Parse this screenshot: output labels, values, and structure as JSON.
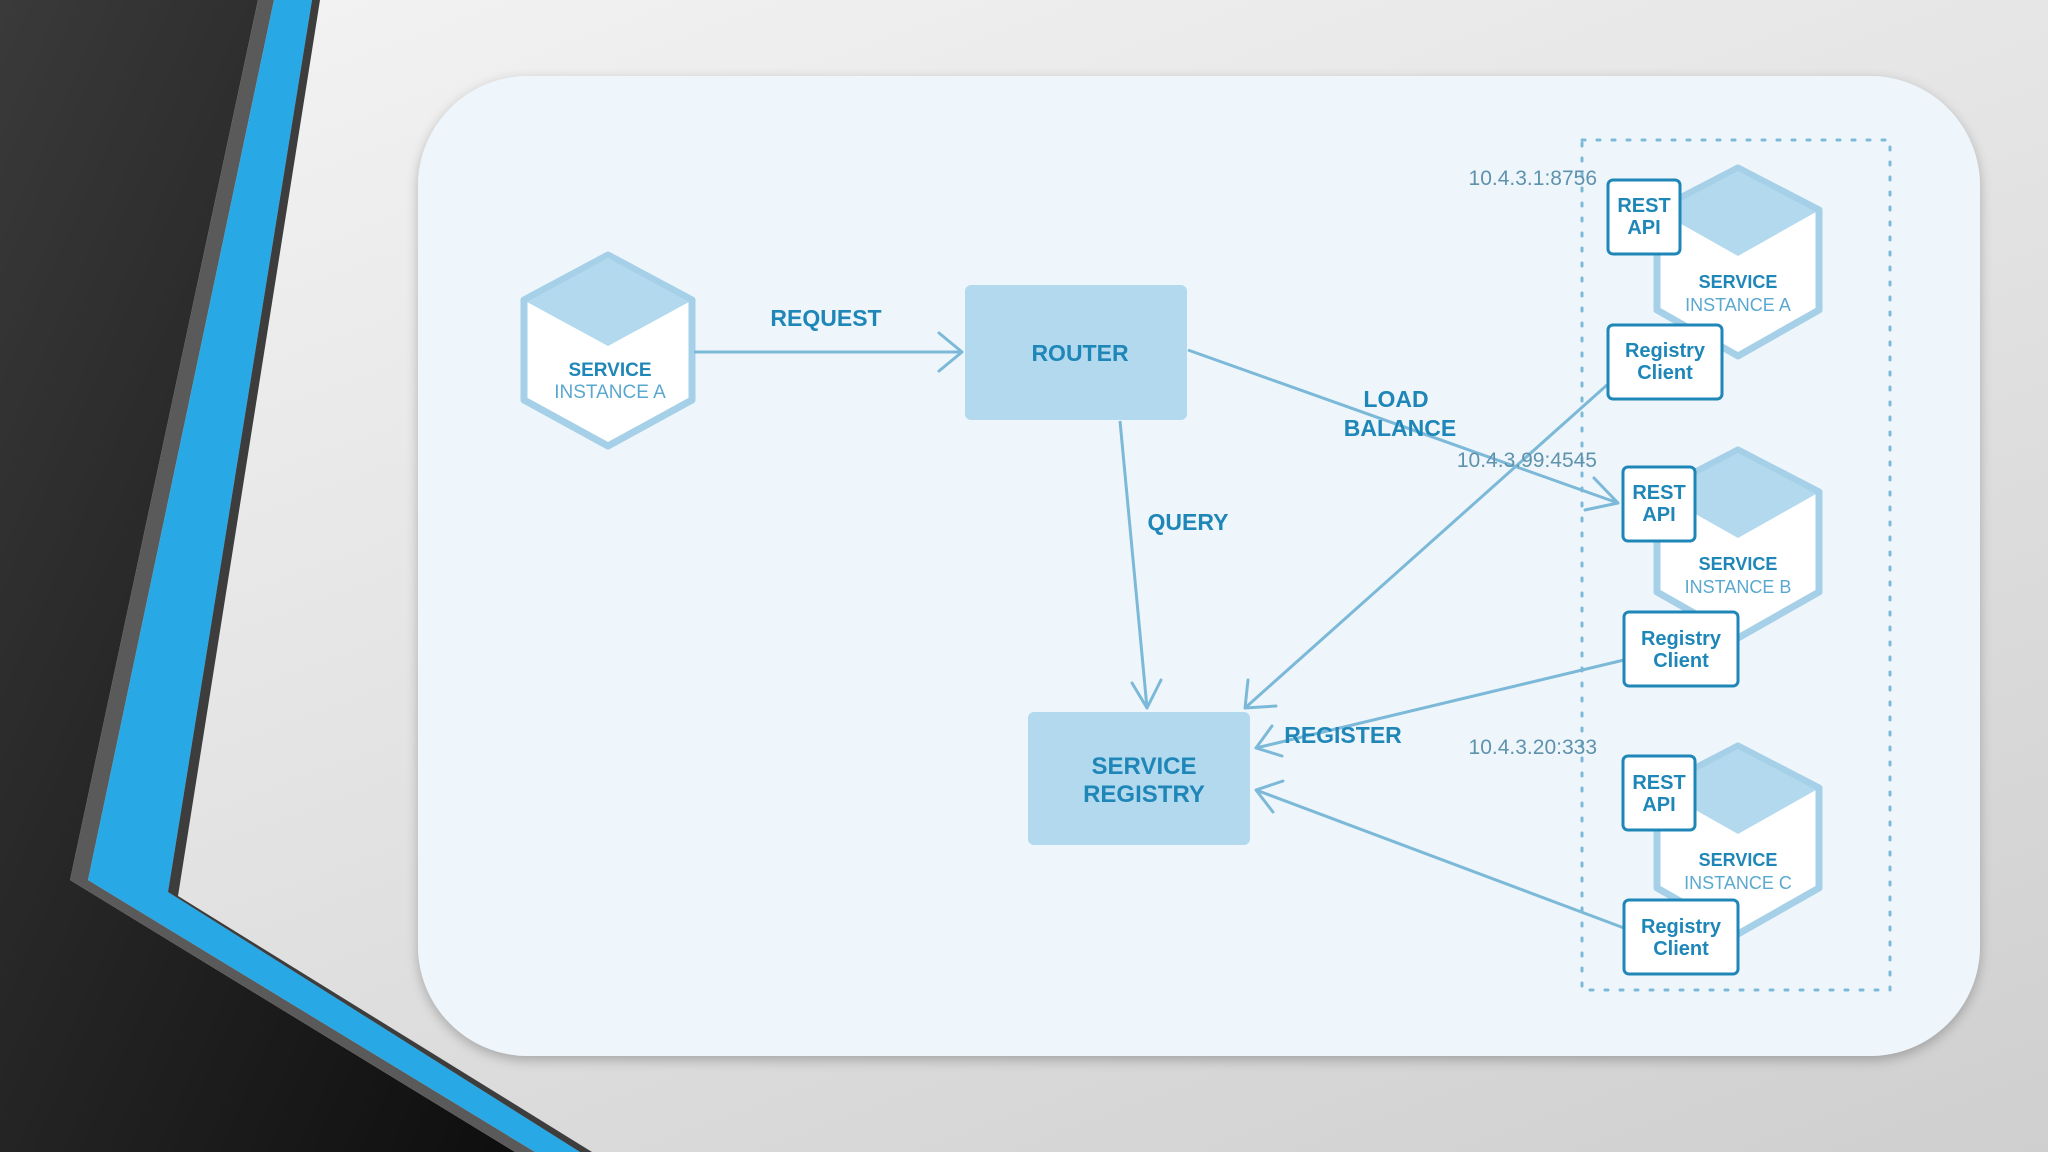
{
  "nodes": {
    "client": {
      "line1": "SERVICE",
      "line2": "INSTANCE A"
    },
    "router": {
      "label": "ROUTER"
    },
    "registry": {
      "line1": "SERVICE",
      "line2": "REGISTRY"
    },
    "instances": [
      {
        "ip": "10.4.3.1:8756",
        "line1": "SERVICE",
        "line2": "INSTANCE A",
        "rest1": "REST",
        "rest2": "API",
        "reg1": "Registry",
        "reg2": "Client"
      },
      {
        "ip": "10.4.3.99:4545",
        "line1": "SERVICE",
        "line2": "INSTANCE B",
        "rest1": "REST",
        "rest2": "API",
        "reg1": "Registry",
        "reg2": "Client"
      },
      {
        "ip": "10.4.3.20:333",
        "line1": "SERVICE",
        "line2": "INSTANCE C",
        "rest1": "REST",
        "rest2": "API",
        "reg1": "Registry",
        "reg2": "Client"
      }
    ]
  },
  "edges": {
    "request": "REQUEST",
    "query": "QUERY",
    "load1": "LOAD",
    "load2": "BALANCE",
    "register": "REGISTER"
  },
  "colors": {
    "accent_blue": "#29a8e6",
    "dark_band": "#4a4a4a",
    "node_fill": "#b3d9ee",
    "node_text": "#1f86b8",
    "edge": "#7cb9d8"
  }
}
